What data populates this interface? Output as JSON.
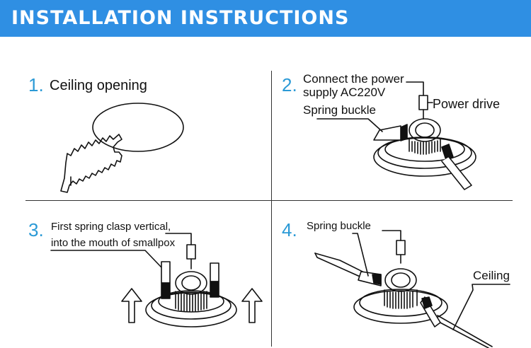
{
  "banner": {
    "title": "INSTALLATION INSTRUCTIONS"
  },
  "steps": [
    {
      "number": "1.",
      "label": "Ceiling opening"
    },
    {
      "number": "2.",
      "label_line1": "Connect the power",
      "label_line2": "supply AC220V",
      "spring_buckle": "Spring buckle",
      "power_drive": "Power drive"
    },
    {
      "number": "3.",
      "label_line1": "First spring clasp vertical,",
      "label_line2": "into the mouth of smallpox"
    },
    {
      "number": "4.",
      "spring_buckle": "Spring buckle",
      "ceiling": "Ceiling"
    }
  ],
  "colors": {
    "banner": "#2f8fe3",
    "step_number": "#2b9ad6"
  }
}
